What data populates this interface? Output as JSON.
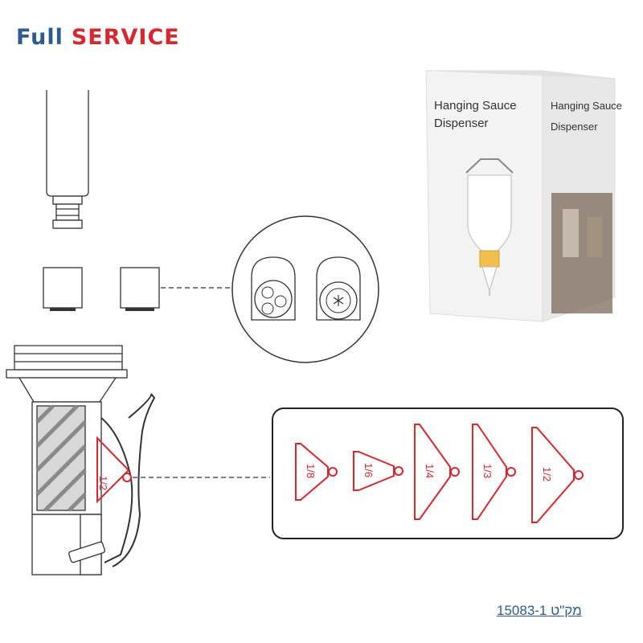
{
  "logo": {
    "part1": "Full",
    "part2": "SERVICE"
  },
  "box": {
    "front_title_line1": "Hanging Sauce",
    "front_title_line2": "Dispenser",
    "side_title_line1": "Hanging Sauce",
    "side_title_line2": "Dispenser"
  },
  "lever": {
    "label": "1/2"
  },
  "portions": [
    {
      "label": "1/8"
    },
    {
      "label": "1/6"
    },
    {
      "label": "1/4"
    },
    {
      "label": "1/3"
    },
    {
      "label": "1/2"
    }
  ],
  "sku": "מק\"ט 15083-1",
  "colors": {
    "accent_red": "#d6282e",
    "brand_blue": "#2f5c8c",
    "line": "#333333"
  }
}
